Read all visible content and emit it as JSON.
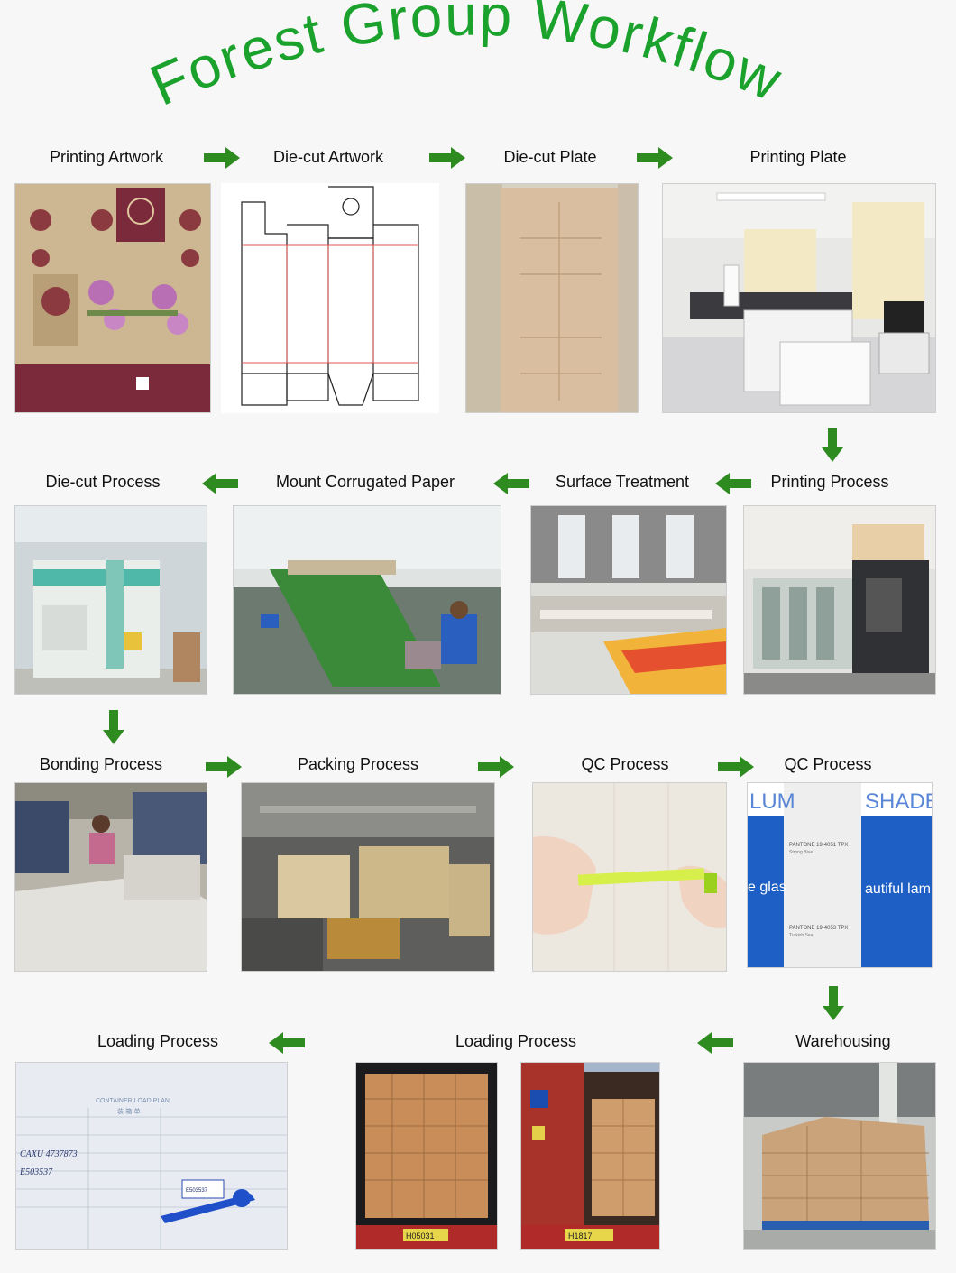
{
  "title": "Forest Group Workflow",
  "colors": {
    "title": "#1aa22c",
    "arrow": "#2e8b1f"
  },
  "steps": [
    {
      "label": "Printing Artwork"
    },
    {
      "label": "Die-cut Artwork"
    },
    {
      "label": "Die-cut Plate"
    },
    {
      "label": "Printing Plate"
    },
    {
      "label": "Die-cut Process"
    },
    {
      "label": "Mount Corrugated Paper"
    },
    {
      "label": "Surface Treatment"
    },
    {
      "label": "Printing Process"
    },
    {
      "label": "Bonding Process"
    },
    {
      "label": "Packing Process"
    },
    {
      "label": "QC Process"
    },
    {
      "label": "QC Process"
    },
    {
      "label": "Loading Process"
    },
    {
      "label": "Loading Process"
    },
    {
      "label": "Warehousing"
    }
  ],
  "photo_text": {
    "shade_left": "LUM",
    "shade_right": "SHADE",
    "pantone_1": "PANTONE 19-4051 TPX",
    "pantone_1_name": "Strong Blue",
    "pantone_2": "PANTONE 19-4053 TPX",
    "pantone_2_name": "Turkish Sea",
    "glas": "e glas",
    "lam": "autiful lam",
    "load_plan": "CONTAINER LOAD PLAN",
    "load_plan_cn": "装 箱 单",
    "seal_no": "E503537",
    "handwrite_1": "CAXU 4737873",
    "handwrite_2": "E503537",
    "plate_left": "H05031",
    "plate_right": "H1817"
  }
}
